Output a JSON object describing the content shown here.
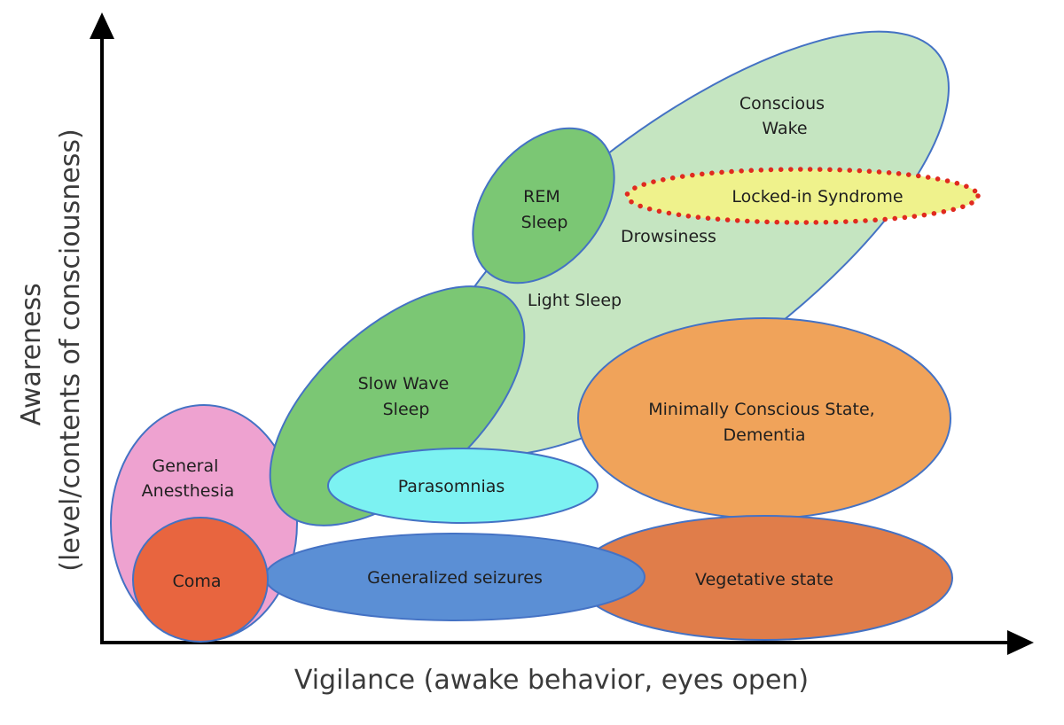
{
  "axes": {
    "x_title": "Vigilance (awake behavior, eyes open)",
    "y_title_line1": "Awareness",
    "y_title_line2": "(level/contents of consciousness)"
  },
  "colors": {
    "conscious_wake": "#c5e5c1",
    "rem_sleep": "#7bc774",
    "slow_wave_sleep": "#7bc774",
    "locked_in": "#eff28c",
    "locked_in_border": "#e02a1f",
    "minimally_conscious": "#f0a35a",
    "general_anesthesia": "#eea2d0",
    "parasomnias": "#7cf2f2",
    "generalized_seizures": "#5b8fd5",
    "vegetative_state": "#e07d4a",
    "coma": "#e8653f",
    "outline_blue": "#4472c4"
  },
  "regions": {
    "conscious_wake": {
      "line1": "Conscious",
      "line2": "Wake"
    },
    "locked_in": {
      "label": "Locked-in Syndrome"
    },
    "rem_sleep": {
      "line1": "REM",
      "line2": "Sleep"
    },
    "drowsiness": {
      "label": "Drowsiness"
    },
    "light_sleep": {
      "label": "Light Sleep"
    },
    "slow_wave_sleep": {
      "line1": "Slow Wave",
      "line2": "Sleep"
    },
    "minimally_conscious": {
      "line1": "Minimally Conscious State,",
      "line2": "Dementia"
    },
    "general_anesthesia": {
      "line1": "General",
      "line2": "Anesthesia"
    },
    "parasomnias": {
      "label": "Parasomnias"
    },
    "coma": {
      "label": "Coma"
    },
    "generalized_seizures": {
      "label": "Generalized seizures"
    },
    "vegetative_state": {
      "label": "Vegetative state"
    }
  }
}
